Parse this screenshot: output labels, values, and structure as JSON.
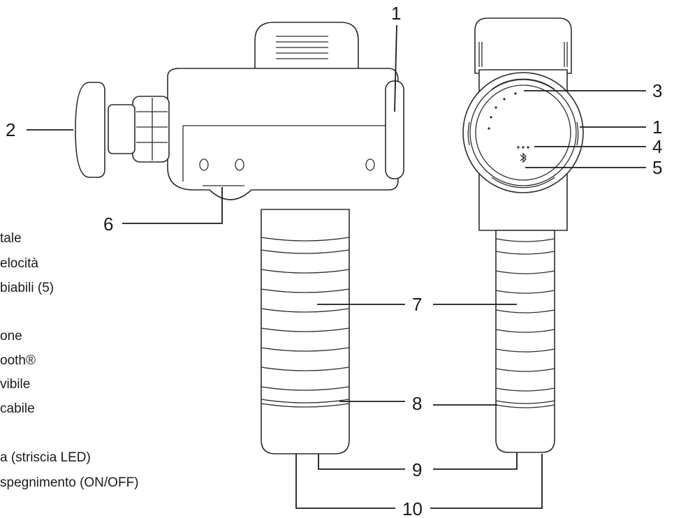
{
  "callouts": {
    "c1_top": "1",
    "c2": "2",
    "c3": "3",
    "c1_right": "1",
    "c4": "4",
    "c5": "5",
    "c6": "6",
    "c7": "7",
    "c8": "8",
    "c9": "9",
    "c10": "10"
  },
  "legend": [
    "tale",
    "elocità",
    "biabili (5)",
    "one",
    "ooth®",
    "vibile",
    "cabile",
    "a (striscia LED)",
    "spegnimento (ON/OFF)"
  ],
  "colors": {
    "line": "#2b2b2b",
    "text": "#1a1a1a",
    "background": "#ffffff"
  }
}
